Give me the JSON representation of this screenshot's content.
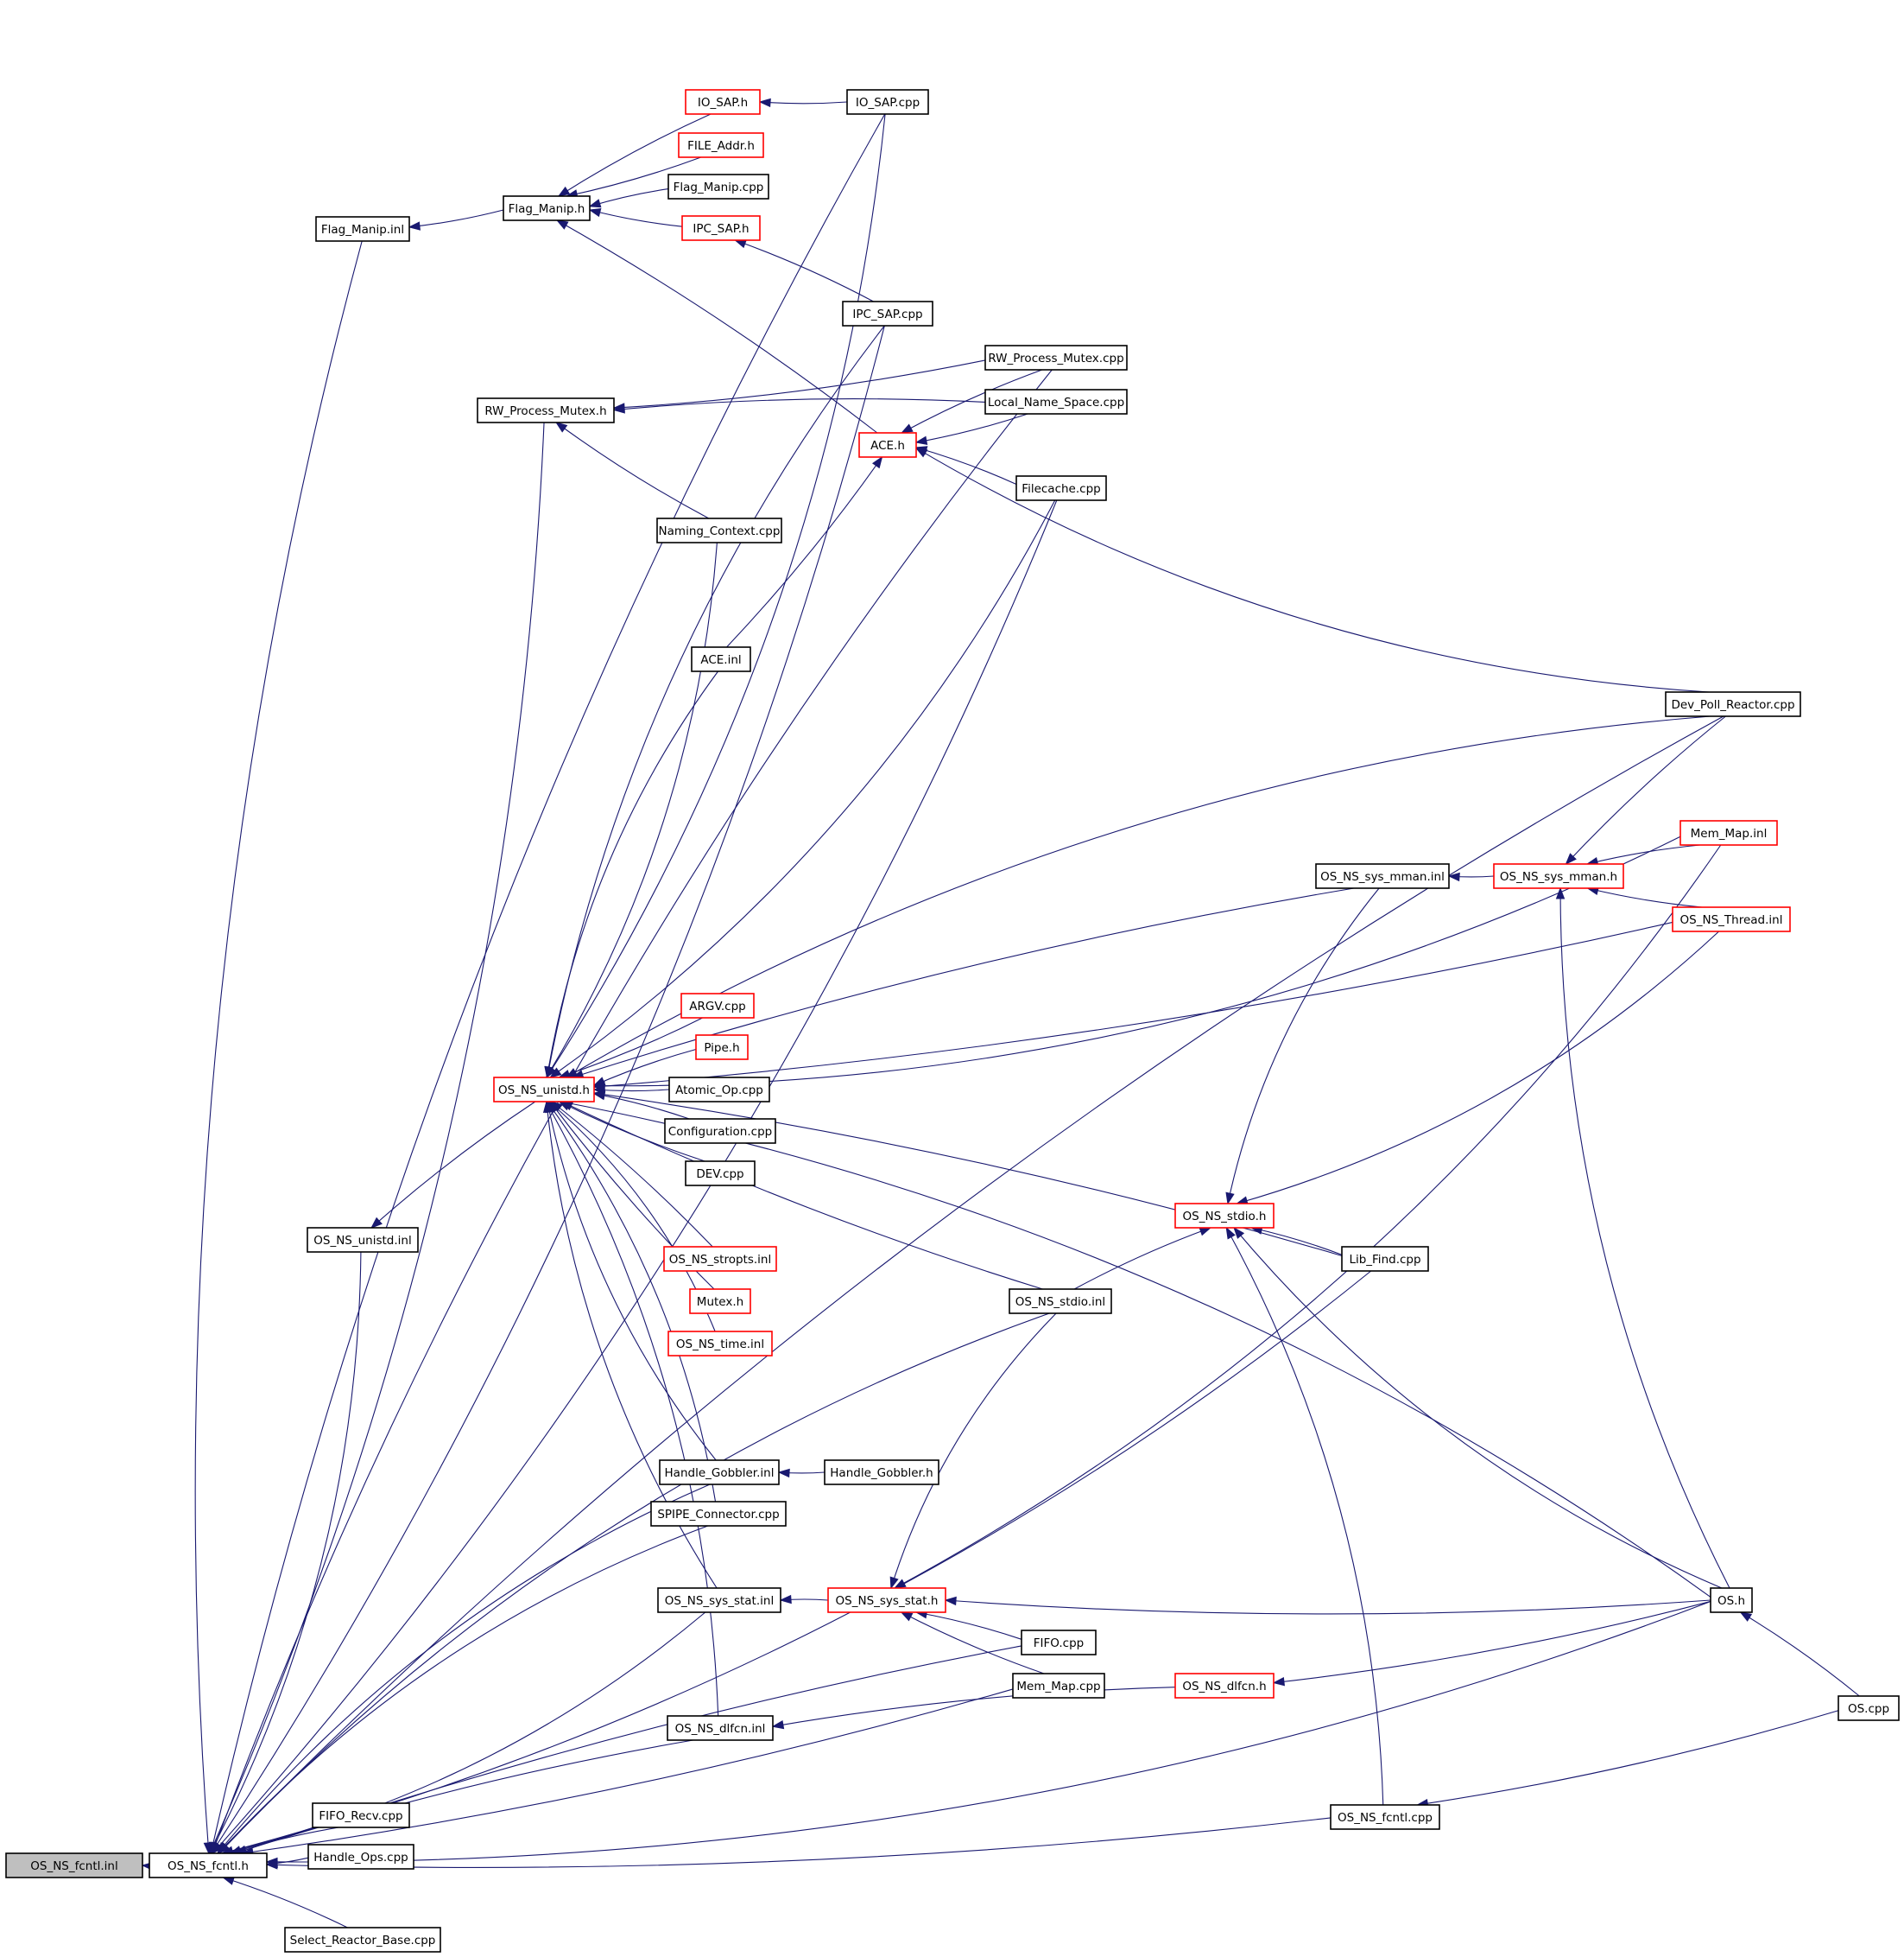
{
  "colors": {
    "edge": "#191970",
    "node_border": "#000000",
    "truncated_border": "#ff0000",
    "focus_fill": "#bfbfbf",
    "background": "#ffffff"
  },
  "nodes": [
    {
      "id": "os_ns_fcntl_inl",
      "label": "OS_NS_fcntl.inl",
      "style": "focus"
    },
    {
      "id": "os_ns_fcntl_h",
      "label": "OS_NS_fcntl.h",
      "style": "normal"
    },
    {
      "id": "flag_manip_inl",
      "label": "Flag_Manip.inl",
      "style": "normal"
    },
    {
      "id": "flag_manip_h",
      "label": "Flag_Manip.h",
      "style": "normal"
    },
    {
      "id": "io_sap_h",
      "label": "IO_SAP.h",
      "style": "truncated"
    },
    {
      "id": "io_sap_cpp",
      "label": "IO_SAP.cpp",
      "style": "normal"
    },
    {
      "id": "file_addr_h",
      "label": "FILE_Addr.h",
      "style": "truncated"
    },
    {
      "id": "flag_manip_cpp",
      "label": "Flag_Manip.cpp",
      "style": "normal"
    },
    {
      "id": "ipc_sap_h",
      "label": "IPC_SAP.h",
      "style": "truncated"
    },
    {
      "id": "ipc_sap_cpp",
      "label": "IPC_SAP.cpp",
      "style": "normal"
    },
    {
      "id": "rw_process_mutex_cpp",
      "label": "RW_Process_Mutex.cpp",
      "style": "normal"
    },
    {
      "id": "rw_process_mutex_h",
      "label": "RW_Process_Mutex.h",
      "style": "normal"
    },
    {
      "id": "local_name_space_cpp",
      "label": "Local_Name_Space.cpp",
      "style": "normal"
    },
    {
      "id": "ace_h",
      "label": "ACE.h",
      "style": "truncated"
    },
    {
      "id": "filecache_cpp",
      "label": "Filecache.cpp",
      "style": "normal"
    },
    {
      "id": "naming_context_cpp",
      "label": "Naming_Context.cpp",
      "style": "normal"
    },
    {
      "id": "ace_inl",
      "label": "ACE.inl",
      "style": "normal"
    },
    {
      "id": "dev_poll_reactor_cpp",
      "label": "Dev_Poll_Reactor.cpp",
      "style": "normal"
    },
    {
      "id": "mem_map_inl",
      "label": "Mem_Map.inl",
      "style": "truncated"
    },
    {
      "id": "os_ns_sys_mman_inl",
      "label": "OS_NS_sys_mman.inl",
      "style": "normal"
    },
    {
      "id": "os_ns_sys_mman_h",
      "label": "OS_NS_sys_mman.h",
      "style": "truncated"
    },
    {
      "id": "os_ns_thread_inl",
      "label": "OS_NS_Thread.inl",
      "style": "truncated"
    },
    {
      "id": "argv_cpp",
      "label": "ARGV.cpp",
      "style": "truncated"
    },
    {
      "id": "pipe_h",
      "label": "Pipe.h",
      "style": "truncated"
    },
    {
      "id": "os_ns_unistd_h",
      "label": "OS_NS_unistd.h",
      "style": "truncated"
    },
    {
      "id": "atomic_op_cpp",
      "label": "Atomic_Op.cpp",
      "style": "normal"
    },
    {
      "id": "configuration_cpp",
      "label": "Configuration.cpp",
      "style": "normal"
    },
    {
      "id": "dev_cpp",
      "label": "DEV.cpp",
      "style": "normal"
    },
    {
      "id": "os_ns_stdio_h",
      "label": "OS_NS_stdio.h",
      "style": "truncated"
    },
    {
      "id": "os_ns_unistd_inl",
      "label": "OS_NS_unistd.inl",
      "style": "normal"
    },
    {
      "id": "os_ns_stropts_inl",
      "label": "OS_NS_stropts.inl",
      "style": "truncated"
    },
    {
      "id": "lib_find_cpp",
      "label": "Lib_Find.cpp",
      "style": "normal"
    },
    {
      "id": "os_ns_stdio_inl",
      "label": "OS_NS_stdio.inl",
      "style": "normal"
    },
    {
      "id": "mutex_h",
      "label": "Mutex.h",
      "style": "truncated"
    },
    {
      "id": "os_ns_time_inl",
      "label": "OS_NS_time.inl",
      "style": "truncated"
    },
    {
      "id": "handle_gobbler_inl",
      "label": "Handle_Gobbler.inl",
      "style": "normal"
    },
    {
      "id": "handle_gobbler_h",
      "label": "Handle_Gobbler.h",
      "style": "normal"
    },
    {
      "id": "spipe_connector_cpp",
      "label": "SPIPE_Connector.cpp",
      "style": "normal"
    },
    {
      "id": "os_ns_sys_stat_inl",
      "label": "OS_NS_sys_stat.inl",
      "style": "normal"
    },
    {
      "id": "os_ns_sys_stat_h",
      "label": "OS_NS_sys_stat.h",
      "style": "truncated"
    },
    {
      "id": "os_h",
      "label": "OS.h",
      "style": "normal"
    },
    {
      "id": "fifo_cpp",
      "label": "FIFO.cpp",
      "style": "normal"
    },
    {
      "id": "mem_map_cpp",
      "label": "Mem_Map.cpp",
      "style": "normal"
    },
    {
      "id": "os_ns_dlfcn_h",
      "label": "OS_NS_dlfcn.h",
      "style": "truncated"
    },
    {
      "id": "os_ns_dlfcn_inl",
      "label": "OS_NS_dlfcn.inl",
      "style": "normal"
    },
    {
      "id": "os_cpp",
      "label": "OS.cpp",
      "style": "normal"
    },
    {
      "id": "fifo_recv_cpp",
      "label": "FIFO_Recv.cpp",
      "style": "normal"
    },
    {
      "id": "os_ns_fcntl_cpp",
      "label": "OS_NS_fcntl.cpp",
      "style": "normal"
    },
    {
      "id": "handle_ops_cpp",
      "label": "Handle_Ops.cpp",
      "style": "normal"
    },
    {
      "id": "select_reactor_base_cpp",
      "label": "Select_Reactor_Base.cpp",
      "style": "normal"
    }
  ],
  "edges": [
    [
      "os_ns_fcntl_h",
      "os_ns_fcntl_inl"
    ],
    [
      "flag_manip_inl",
      "os_ns_fcntl_h"
    ],
    [
      "flag_manip_h",
      "flag_manip_inl"
    ],
    [
      "io_sap_h",
      "flag_manip_h"
    ],
    [
      "file_addr_h",
      "flag_manip_h"
    ],
    [
      "flag_manip_cpp",
      "flag_manip_h"
    ],
    [
      "ipc_sap_h",
      "flag_manip_h"
    ],
    [
      "ace_h",
      "flag_manip_h"
    ],
    [
      "io_sap_cpp",
      "io_sap_h"
    ],
    [
      "ipc_sap_cpp",
      "ipc_sap_h"
    ],
    [
      "rw_process_mutex_cpp",
      "rw_process_mutex_h"
    ],
    [
      "local_name_space_cpp",
      "rw_process_mutex_h"
    ],
    [
      "naming_context_cpp",
      "rw_process_mutex_h"
    ],
    [
      "rw_process_mutex_cpp",
      "ace_h"
    ],
    [
      "local_name_space_cpp",
      "ace_h"
    ],
    [
      "filecache_cpp",
      "ace_h"
    ],
    [
      "dev_poll_reactor_cpp",
      "ace_h"
    ],
    [
      "ace_inl",
      "ace_h"
    ],
    [
      "rw_process_mutex_h",
      "os_ns_fcntl_h"
    ],
    [
      "io_sap_cpp",
      "os_ns_fcntl_h"
    ],
    [
      "ipc_sap_cpp",
      "os_ns_fcntl_h"
    ],
    [
      "rw_process_mutex_cpp",
      "os_ns_fcntl_h"
    ],
    [
      "filecache_cpp",
      "os_ns_fcntl_h"
    ],
    [
      "dev_poll_reactor_cpp",
      "os_ns_fcntl_h"
    ],
    [
      "os_ns_unistd_inl",
      "os_ns_fcntl_h"
    ],
    [
      "os_ns_unistd_h",
      "os_ns_unistd_inl"
    ],
    [
      "argv_cpp",
      "os_ns_unistd_h"
    ],
    [
      "pipe_h",
      "os_ns_unistd_h"
    ],
    [
      "atomic_op_cpp",
      "os_ns_unistd_h"
    ],
    [
      "configuration_cpp",
      "os_ns_unistd_h"
    ],
    [
      "dev_cpp",
      "os_ns_unistd_h"
    ],
    [
      "os_ns_stropts_inl",
      "os_ns_unistd_h"
    ],
    [
      "mutex_h",
      "os_ns_unistd_h"
    ],
    [
      "os_ns_time_inl",
      "os_ns_unistd_h"
    ],
    [
      "handle_gobbler_inl",
      "os_ns_unistd_h"
    ],
    [
      "spipe_connector_cpp",
      "os_ns_unistd_h"
    ],
    [
      "os_ns_sys_stat_inl",
      "os_ns_unistd_h"
    ],
    [
      "os_ns_dlfcn_inl",
      "os_ns_unistd_h"
    ],
    [
      "naming_context_cpp",
      "os_ns_unistd_h"
    ],
    [
      "ace_inl",
      "os_ns_unistd_h"
    ],
    [
      "io_sap_cpp",
      "os_ns_unistd_h"
    ],
    [
      "ipc_sap_cpp",
      "os_ns_unistd_h"
    ],
    [
      "filecache_cpp",
      "os_ns_unistd_h"
    ],
    [
      "dev_poll_reactor_cpp",
      "os_ns_unistd_h"
    ],
    [
      "mem_map_inl",
      "os_ns_unistd_h"
    ],
    [
      "os_ns_sys_mman_inl",
      "os_ns_unistd_h"
    ],
    [
      "os_ns_thread_inl",
      "os_ns_unistd_h"
    ],
    [
      "os_h",
      "os_ns_unistd_h"
    ],
    [
      "os_ns_stdio_inl",
      "os_ns_unistd_h"
    ],
    [
      "lib_find_cpp",
      "os_ns_unistd_h"
    ],
    [
      "os_ns_sys_mman_h",
      "os_ns_sys_mman_inl"
    ],
    [
      "mem_map_inl",
      "os_ns_sys_mman_h"
    ],
    [
      "os_ns_thread_inl",
      "os_ns_sys_mman_h"
    ],
    [
      "dev_poll_reactor_cpp",
      "os_ns_sys_mman_h"
    ],
    [
      "os_h",
      "os_ns_sys_mman_h"
    ],
    [
      "os_ns_sys_mman_inl",
      "os_ns_stdio_h"
    ],
    [
      "os_ns_thread_inl",
      "os_ns_stdio_h"
    ],
    [
      "lib_find_cpp",
      "os_ns_stdio_h"
    ],
    [
      "os_h",
      "os_ns_stdio_h"
    ],
    [
      "os_ns_fcntl_cpp",
      "os_ns_stdio_h"
    ],
    [
      "os_ns_stdio_inl",
      "os_ns_stdio_h"
    ],
    [
      "os_ns_stdio_inl",
      "os_ns_fcntl_h"
    ],
    [
      "lib_find_cpp",
      "os_ns_fcntl_h"
    ],
    [
      "handle_gobbler_inl",
      "os_ns_fcntl_h"
    ],
    [
      "handle_gobbler_h",
      "handle_gobbler_inl"
    ],
    [
      "spipe_connector_cpp",
      "os_ns_fcntl_h"
    ],
    [
      "os_ns_sys_stat_inl",
      "os_ns_fcntl_h"
    ],
    [
      "os_ns_sys_stat_h",
      "os_ns_sys_stat_inl"
    ],
    [
      "os_h",
      "os_ns_sys_stat_h"
    ],
    [
      "fifo_cpp",
      "os_ns_sys_stat_h"
    ],
    [
      "mem_map_cpp",
      "os_ns_sys_stat_h"
    ],
    [
      "os_ns_stdio_inl",
      "os_ns_sys_stat_h"
    ],
    [
      "mem_map_inl",
      "os_ns_sys_stat_h"
    ],
    [
      "fifo_cpp",
      "os_ns_fcntl_h"
    ],
    [
      "mem_map_cpp",
      "os_ns_fcntl_h"
    ],
    [
      "os_ns_dlfcn_h",
      "os_ns_dlfcn_inl"
    ],
    [
      "os_h",
      "os_ns_dlfcn_h"
    ],
    [
      "os_ns_dlfcn_inl",
      "os_ns_fcntl_h"
    ],
    [
      "os_h",
      "os_ns_fcntl_h"
    ],
    [
      "os_cpp",
      "os_h"
    ],
    [
      "os_cpp",
      "os_ns_fcntl_cpp"
    ],
    [
      "fifo_recv_cpp",
      "os_ns_fcntl_h"
    ],
    [
      "handle_ops_cpp",
      "os_ns_fcntl_h"
    ],
    [
      "select_reactor_base_cpp",
      "os_ns_fcntl_h"
    ],
    [
      "os_ns_fcntl_cpp",
      "os_ns_fcntl_h"
    ]
  ]
}
